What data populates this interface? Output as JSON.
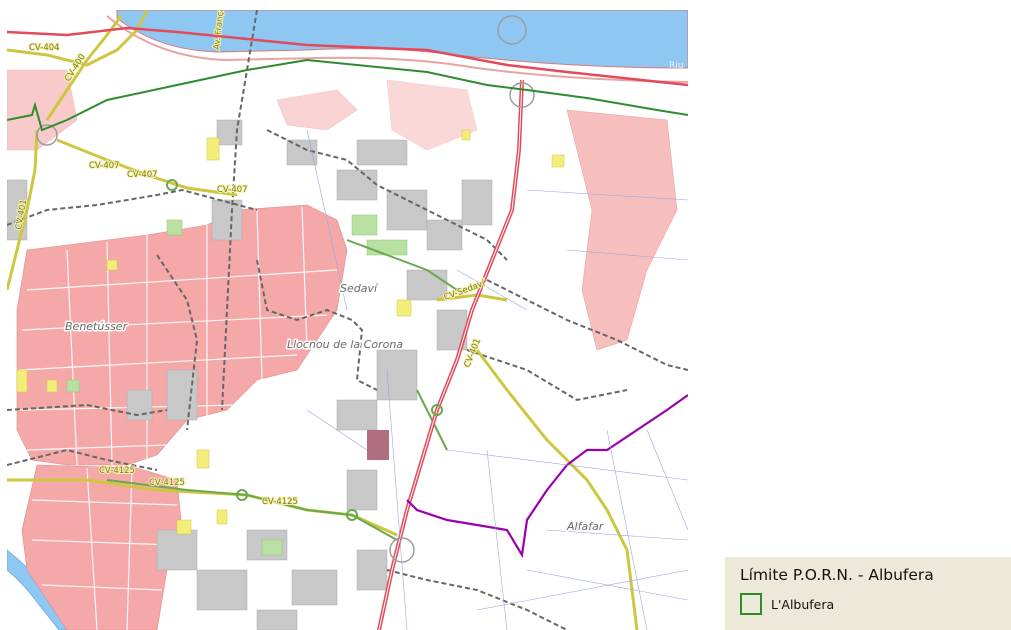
{
  "map": {
    "places": [
      {
        "id": "benetusser",
        "label": "Benetússer"
      },
      {
        "id": "sedavi",
        "label": "Sedaví"
      },
      {
        "id": "llocnou",
        "label": "Llocnou de la Corona"
      },
      {
        "id": "alfafar",
        "label": "Alfafar"
      }
    ],
    "roads": [
      {
        "id": "cv404",
        "label": "CV-404"
      },
      {
        "id": "cv400",
        "label": "CV-400"
      },
      {
        "id": "cv401",
        "label": "CV-401"
      },
      {
        "id": "cv407a",
        "label": "CV-407"
      },
      {
        "id": "cv407b",
        "label": "CV-407"
      },
      {
        "id": "cv407c",
        "label": "CV-407"
      },
      {
        "id": "cv4125a",
        "label": "CV-4125"
      },
      {
        "id": "cv4125b",
        "label": "CV-4125"
      },
      {
        "id": "cv4125c",
        "label": "CV-4125"
      },
      {
        "id": "cvsedavi",
        "label": "CV-Sedaví"
      },
      {
        "id": "cv401b",
        "label": "CV-401"
      },
      {
        "id": "avfrancia",
        "label": "Av. França"
      }
    ],
    "river_label": "Riu",
    "colors": {
      "urban": "#f4a9a8",
      "industrial": "#c8c8c8",
      "park": "#b8e0a0",
      "equipment": "#f3ee7a",
      "water": "#8ec8f2",
      "porn_boundary": "#2e8b2e",
      "municipal_boundary": "#666666",
      "district_boundary": "#9b00b0",
      "highway": "#e34a5a",
      "regional_road": "#cfc640"
    }
  },
  "legend": {
    "title": "Límite P.O.R.N. - Albufera",
    "item_label": "L'Albufera",
    "swatch_color": "#2e8b2e"
  }
}
